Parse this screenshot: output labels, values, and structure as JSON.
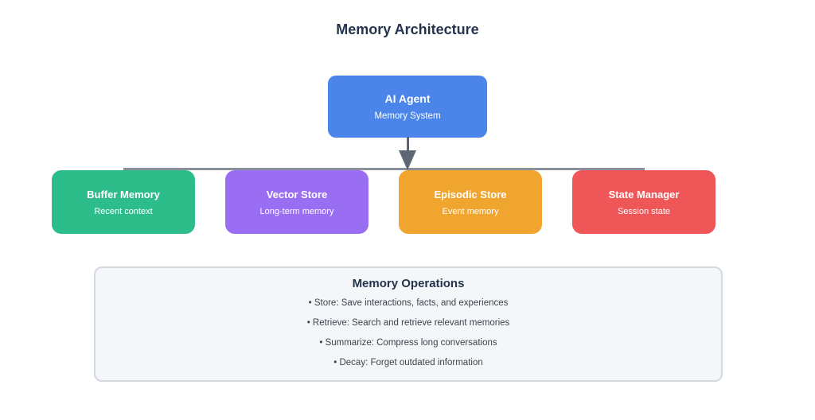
{
  "title": "Memory Architecture",
  "root_node": {
    "title": "AI Agent",
    "subtitle": "Memory System",
    "color": "#4b85ea"
  },
  "children": [
    {
      "title": "Buffer Memory",
      "subtitle": "Recent context",
      "color": "#2dbd8b"
    },
    {
      "title": "Vector Store",
      "subtitle": "Long-term memory",
      "color": "#9a6ef2"
    },
    {
      "title": "Episodic Store",
      "subtitle": "Event memory",
      "color": "#f0a52f"
    },
    {
      "title": "State Manager",
      "subtitle": "Session state",
      "color": "#ee5658"
    }
  ],
  "operations_panel": {
    "title": "Memory Operations",
    "items": [
      "• Store: Save interactions, facts, and experiences",
      "• Retrieve: Search and retrieve relevant memories",
      "• Summarize: Compress long conversations",
      "• Decay: Forget outdated information"
    ],
    "background": "#f4f6f9",
    "border_color": "#d3d9e0"
  },
  "colors": {
    "heading_text": "#24344d",
    "body_text": "#3c434c",
    "connector_line": "#8a909b",
    "arrow": "#5d6673",
    "node_text": "#ffffff"
  }
}
